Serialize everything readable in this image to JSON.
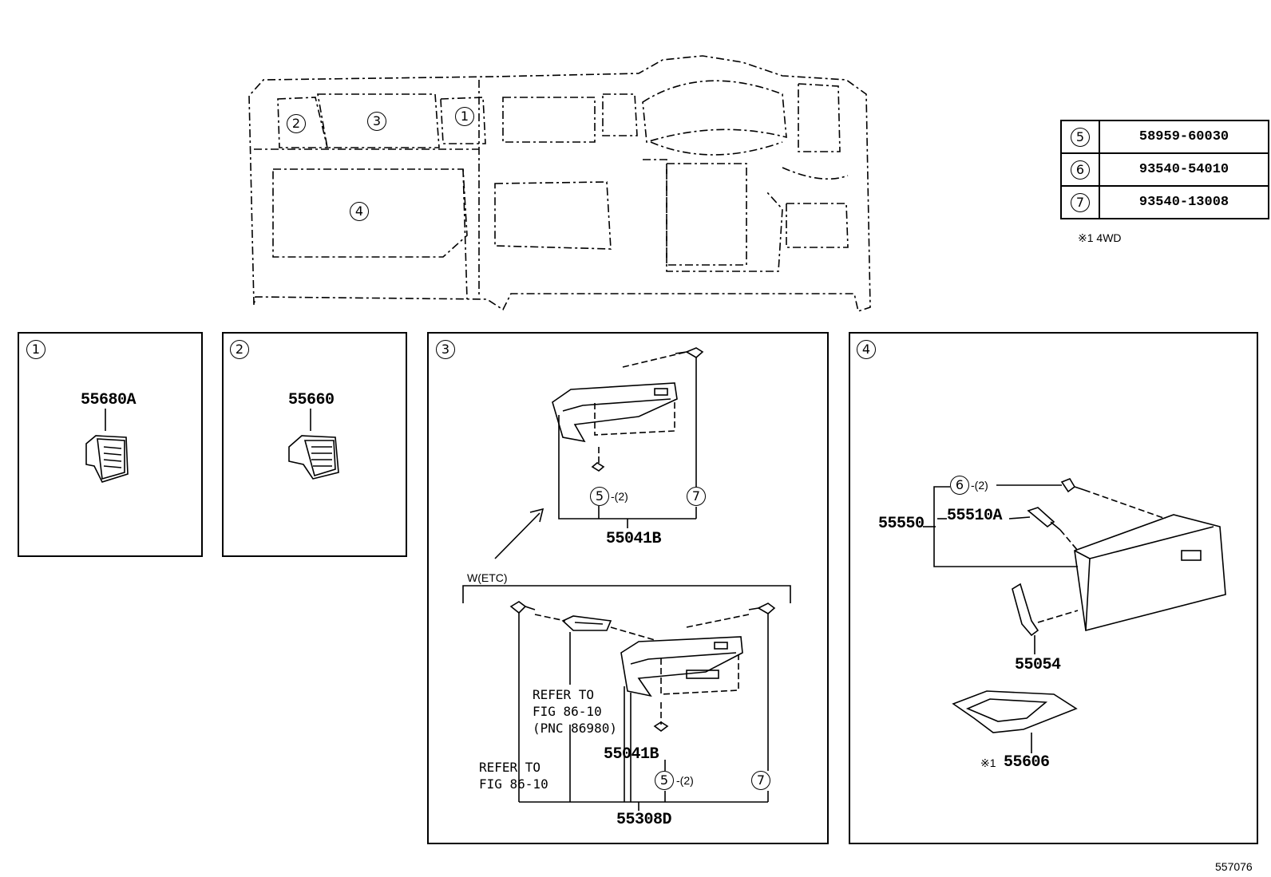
{
  "legend": {
    "rows": [
      {
        "key": "5",
        "part": "58959-60030"
      },
      {
        "key": "6",
        "part": "93540-54010"
      },
      {
        "key": "7",
        "part": "93540-13008"
      }
    ],
    "note": "※1 4WD"
  },
  "overview": {
    "callouts": [
      "2",
      "3",
      "1",
      "4"
    ]
  },
  "panels": {
    "p1": {
      "label": "1",
      "part": "55680A"
    },
    "p2": {
      "label": "2",
      "part": "55660"
    },
    "p3": {
      "label": "3",
      "top_assembly": "55041B",
      "top_key5": "5",
      "top_qty5": "-(2)",
      "top_key7": "7",
      "variant_label": "W(ETC)",
      "refer1": "REFER TO\nFIG 86-10\n(PNC 86980)",
      "refer2": "REFER TO\nFIG 86-10",
      "inner_part": "55041B",
      "bottom_key5": "5",
      "bottom_qty5": "-(2)",
      "bottom_key7": "7",
      "bottom_assembly": "55308D"
    },
    "p4": {
      "label": "4",
      "key6": "6",
      "qty6": "-(2)",
      "assembly": "55550",
      "part_a": "55510A",
      "part_b": "55054",
      "note_mark": "※1",
      "part_c": "55606"
    }
  },
  "figure_id": "557076"
}
